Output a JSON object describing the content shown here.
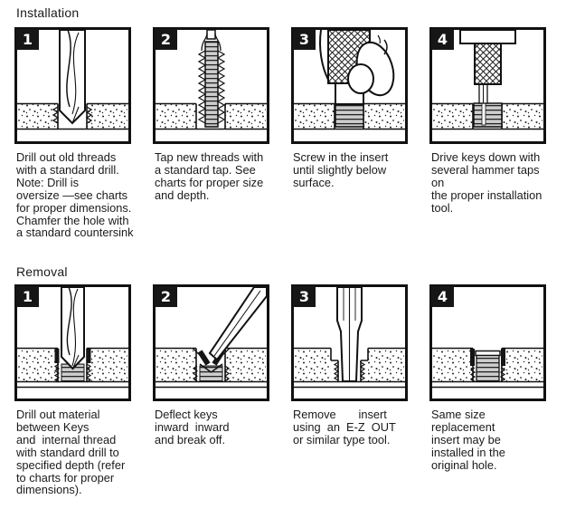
{
  "colors": {
    "ink": "#1a1a1a",
    "paper": "#ffffff",
    "badge_bg": "#161616",
    "badge_text": "#ffffff"
  },
  "installation": {
    "title": "Installation",
    "steps": [
      {
        "number": "1",
        "caption": "Drill out old threads\nwith a standard drill.\nNote: Drill is\noversize —see charts\nfor proper dimensions.\nChamfer the hole with\na standard countersink"
      },
      {
        "number": "2",
        "caption": "Tap new threads with\na standard tap. See\ncharts for proper size\nand depth."
      },
      {
        "number": "3",
        "caption": "Screw in the insert\nuntil slightly below\nsurface."
      },
      {
        "number": "4",
        "caption": "Drive keys down with\nseveral hammer taps\non\nthe proper installation\ntool."
      }
    ]
  },
  "removal": {
    "title": "Removal",
    "steps": [
      {
        "number": "1",
        "caption": "Drill out material\nbetween Keys\nand  internal thread\nwith standard drill to\nspecified depth (refer\nto charts for proper\ndimensions)."
      },
      {
        "number": "2",
        "caption": "Deflect keys\ninward  inward\nand break off."
      },
      {
        "number": "3",
        "caption": "Remove       insert\nusing  an  E-Z  OUT\nor similar type tool."
      },
      {
        "number": "4",
        "caption": "Same size\nreplacement\ninsert may be\ninstalled in the\noriginal hole."
      }
    ]
  }
}
